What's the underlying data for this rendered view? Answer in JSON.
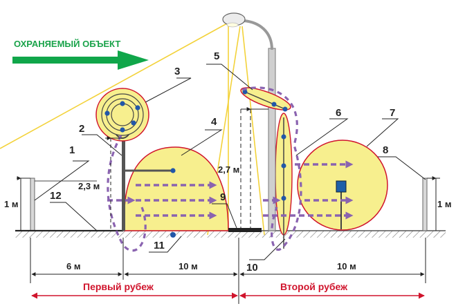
{
  "title": "ОХРАНЯЕМЫЙ ОБЪЕКТ",
  "colors": {
    "title": "#1aa34a",
    "arrow": "#10a64a",
    "zone_fill": "#f7ef8e",
    "zone_stroke": "#d0142c",
    "dash_arrow": "#8a63b0",
    "node": "#2257a8",
    "ground": "#555555",
    "red_dim": "#d0142c",
    "sand": "#f3c21a",
    "cable": "#222222"
  },
  "labels": {
    "n1": "1",
    "n2": "2",
    "n3": "3",
    "n4": "4",
    "n5": "5",
    "n6": "6",
    "n7": "7",
    "n8": "8",
    "n9": "9",
    "n10": "10",
    "n11": "11",
    "n12": "12"
  },
  "measures": {
    "h_left": "1 м",
    "h_right": "1 м",
    "h_mast": "2,3 м",
    "h_lamp": "2,7 м",
    "w_6": "6 м",
    "w_10a": "10 м",
    "w_10b": "10 м"
  },
  "zones": {
    "first": "Первый рубеж",
    "second": "Второй рубеж"
  }
}
